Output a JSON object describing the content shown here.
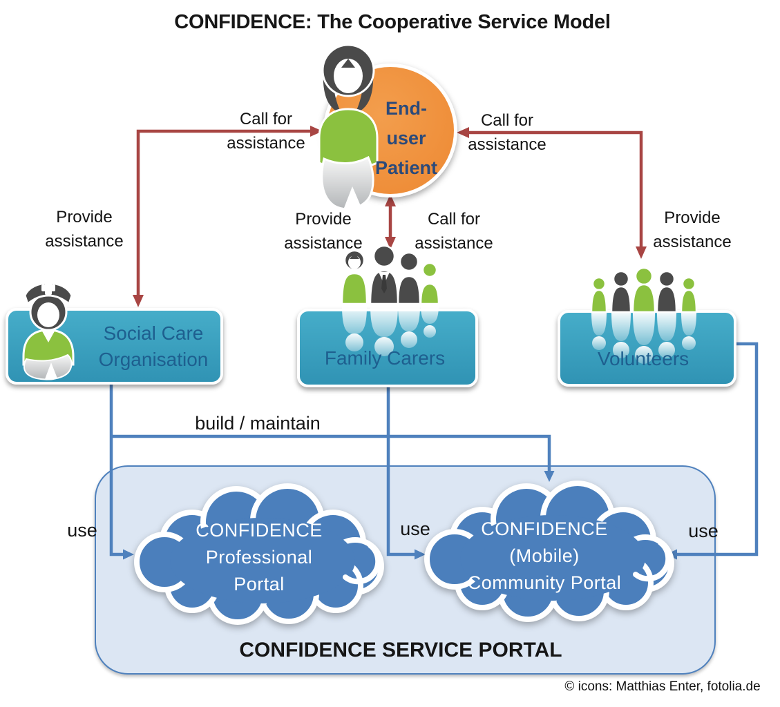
{
  "title": "CONFIDENCE: The Cooperative Service Model",
  "credit": "© icons: Matthias Enter, fotolia.de",
  "end_user": {
    "lines": [
      "End-",
      "user",
      "Patient"
    ]
  },
  "boxes": {
    "social_care": {
      "lines": [
        "Social Care",
        "Organisation"
      ]
    },
    "family_carers": {
      "label": "Family Carers"
    },
    "volunteers": {
      "label": "Volunteers"
    }
  },
  "arrows": {
    "call_left": {
      "lines": [
        "Call for",
        "assistance"
      ]
    },
    "call_mid": {
      "lines": [
        "Call for",
        "assistance"
      ]
    },
    "call_right": {
      "lines": [
        "Call for",
        "assistance"
      ]
    },
    "provide_left": {
      "lines": [
        "Provide",
        "assistance"
      ]
    },
    "provide_mid": {
      "lines": [
        "Provide",
        "assistance"
      ]
    },
    "provide_right": {
      "lines": [
        "Provide",
        "assistance"
      ]
    },
    "build_maintain": "build / maintain",
    "use_left": "use",
    "use_mid": "use",
    "use_right": "use"
  },
  "portal": {
    "label": "CONFIDENCE SERVICE PORTAL",
    "professional_cloud": {
      "lines": [
        "CONFIDENCE",
        "Professional",
        "Portal"
      ]
    },
    "community_cloud": {
      "lines": [
        "CONFIDENCE",
        "(Mobile)",
        "Community Portal"
      ]
    }
  },
  "colors": {
    "orange": "#ee8c35",
    "teal": "#3aa3c3",
    "cloud_blue": "#4b7fbc",
    "portal_bg": "#dce6f3",
    "connector_blue": "#4f81bd",
    "connector_red": "#a84543",
    "green": "#8bc13f",
    "dark_gray": "#4a4a4a",
    "label_blue": "#1e5f8f",
    "navy": "#2b4a7a"
  }
}
